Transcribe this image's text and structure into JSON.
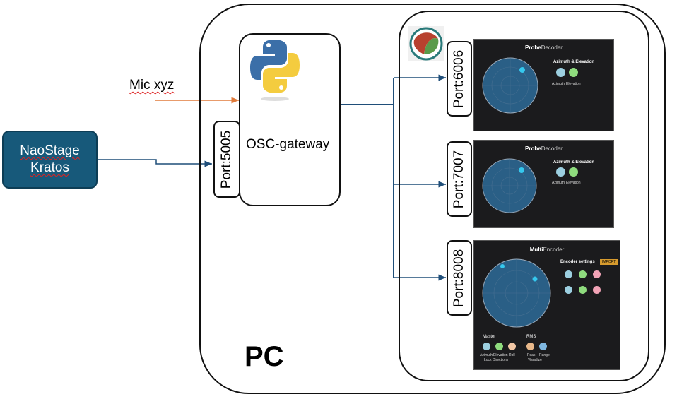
{
  "source": {
    "label_line1": "NaoStage",
    "label_line2": "Kratos"
  },
  "input": {
    "label": "Mic xyz"
  },
  "gateway": {
    "port": "Port:5005",
    "label": "OSC-gateway",
    "icon": "python-logo"
  },
  "host": {
    "label": "PC"
  },
  "daw": {
    "icon": "reaper-logo"
  },
  "outputs": [
    {
      "port": "Port:6006",
      "plugin": {
        "name_bold": "Probe",
        "name_light": "Decoder",
        "section": "Azimuth & Elevation",
        "knob1": "Azimuth",
        "knob2": "Elevation"
      }
    },
    {
      "port": "Port:7007",
      "plugin": {
        "name_bold": "Probe",
        "name_light": "Decoder",
        "section": "Azimuth & Elevation",
        "knob1": "Azimuth",
        "knob2": "Elevation"
      }
    },
    {
      "port": "Port:8008",
      "plugin": {
        "name_bold": "Multi",
        "name_light": "Encoder",
        "section": "Encoder settings",
        "import": "IMPORT",
        "master": "Master",
        "rms": "RMS",
        "lock": "Lock Directions",
        "visualize": "Visualize",
        "master_knobs": [
          "Azimuth",
          "Elevation",
          "Roll"
        ],
        "rms_knobs": [
          "Peak",
          "Range"
        ]
      }
    }
  ],
  "colors": {
    "source_fill": "#17597a",
    "connector": "#1f4e79",
    "mic_arrow": "#e07a3a",
    "panel_bg": "#1b1b1d",
    "sphere": "#2a5f86",
    "dot": "#35c8ee"
  }
}
